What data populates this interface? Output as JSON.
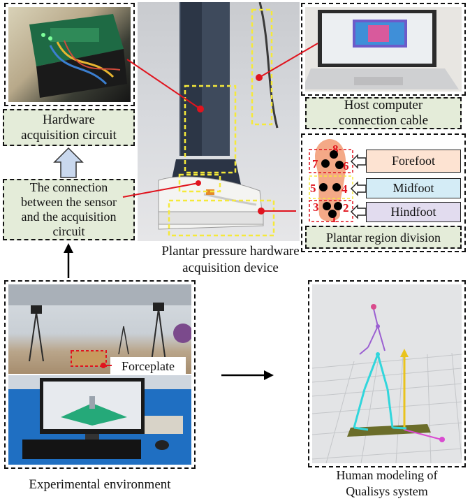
{
  "labels": {
    "hardware_circuit": "Hardware\nacquisition circuit",
    "host_cable": "Host computer\nconnection cable",
    "connection": "The connection\nbetween the sensor\nand the acquisition\ncircuit",
    "plantar_device": "Plantar pressure hardware\nacquisition device",
    "plantar_division": "Plantar region division",
    "forefoot": "Forefoot",
    "midfoot": "Midfoot",
    "hindfoot": "Hindfoot",
    "forceplate": "Forceplate",
    "experimental_env": "Experimental environment",
    "human_modeling": "Human modeling of\nQualisys system"
  },
  "sensor_points": [
    "8",
    "7",
    "6",
    "5",
    "4",
    "3",
    "2",
    "1"
  ],
  "colors": {
    "label_fill": "#e4ecd9",
    "forefoot_fill": "#fde3d2",
    "midfoot_fill": "#d4ecf6",
    "hindfoot_fill": "#e2dcef",
    "highlight_yellow": "#f5e93a",
    "pointer_red": "#e0141e"
  }
}
